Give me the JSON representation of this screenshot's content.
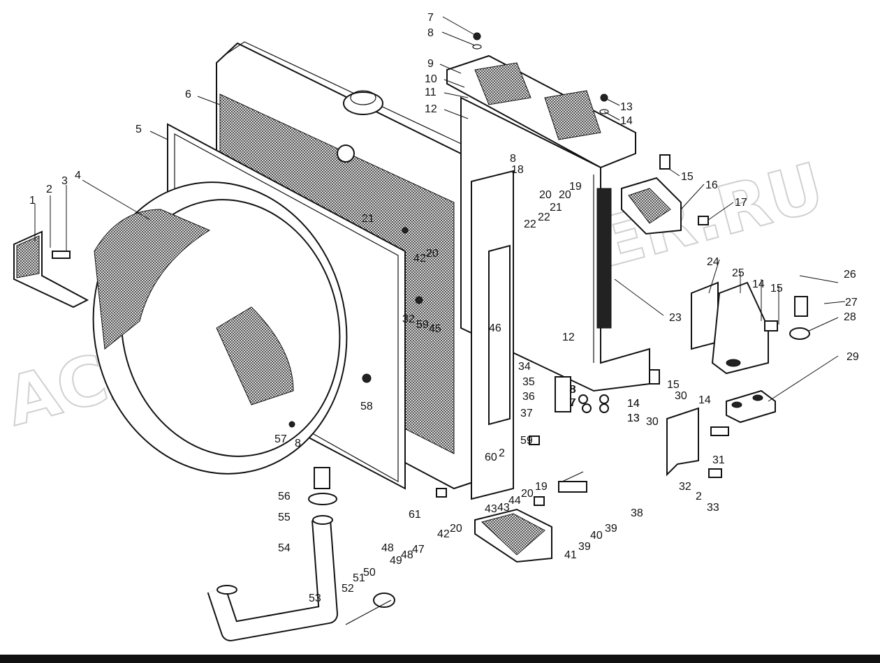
{
  "watermark": "ACAT.AUTODEALER.RU",
  "colors": {
    "line": "#111111",
    "background": "#ffffff",
    "watermark": "#c8c8c8"
  },
  "callouts": [
    {
      "id": "c1",
      "text": "1"
    },
    {
      "id": "c2a",
      "text": "2"
    },
    {
      "id": "c3",
      "text": "3"
    },
    {
      "id": "c4",
      "text": "4"
    },
    {
      "id": "c5",
      "text": "5"
    },
    {
      "id": "c6",
      "text": "6"
    },
    {
      "id": "c7a",
      "text": "7"
    },
    {
      "id": "c8a",
      "text": "8"
    },
    {
      "id": "c9",
      "text": "9"
    },
    {
      "id": "c10",
      "text": "10"
    },
    {
      "id": "c11",
      "text": "11"
    },
    {
      "id": "c12a",
      "text": "12"
    },
    {
      "id": "c13a",
      "text": "13"
    },
    {
      "id": "c14a",
      "text": "14"
    },
    {
      "id": "c15a",
      "text": "15"
    },
    {
      "id": "c16",
      "text": "16"
    },
    {
      "id": "c17",
      "text": "17"
    },
    {
      "id": "c18",
      "text": "18"
    },
    {
      "id": "c19a",
      "text": "19"
    },
    {
      "id": "c20a",
      "text": "20"
    },
    {
      "id": "c21a",
      "text": "21"
    },
    {
      "id": "c21b",
      "text": "21"
    },
    {
      "id": "c22a",
      "text": "22"
    },
    {
      "id": "c22b",
      "text": "22"
    },
    {
      "id": "c8b",
      "text": "8"
    },
    {
      "id": "c20b",
      "text": "20"
    },
    {
      "id": "c42a",
      "text": "42"
    },
    {
      "id": "c20c",
      "text": "20"
    },
    {
      "id": "c23",
      "text": "23"
    },
    {
      "id": "c24",
      "text": "24"
    },
    {
      "id": "c25",
      "text": "25"
    },
    {
      "id": "c14b",
      "text": "14"
    },
    {
      "id": "c15b",
      "text": "15"
    },
    {
      "id": "c26",
      "text": "26"
    },
    {
      "id": "c27",
      "text": "27"
    },
    {
      "id": "c28",
      "text": "28"
    },
    {
      "id": "c29",
      "text": "29"
    },
    {
      "id": "c32a",
      "text": "32"
    },
    {
      "id": "c59a",
      "text": "59"
    },
    {
      "id": "c45",
      "text": "45"
    },
    {
      "id": "c46",
      "text": "46"
    },
    {
      "id": "c12b",
      "text": "12"
    },
    {
      "id": "c34",
      "text": "34"
    },
    {
      "id": "c35",
      "text": "35"
    },
    {
      "id": "c36",
      "text": "36"
    },
    {
      "id": "c8c",
      "text": "8"
    },
    {
      "id": "c7b",
      "text": "7"
    },
    {
      "id": "c14c",
      "text": "14"
    },
    {
      "id": "c13b",
      "text": "13"
    },
    {
      "id": "c15c",
      "text": "15"
    },
    {
      "id": "c30a",
      "text": "30"
    },
    {
      "id": "c30b",
      "text": "30"
    },
    {
      "id": "c14d",
      "text": "14"
    },
    {
      "id": "c31",
      "text": "31"
    },
    {
      "id": "c32b",
      "text": "32"
    },
    {
      "id": "c2b",
      "text": "2"
    },
    {
      "id": "c33",
      "text": "33"
    },
    {
      "id": "c37",
      "text": "37"
    },
    {
      "id": "c59b",
      "text": "59"
    },
    {
      "id": "c58",
      "text": "58"
    },
    {
      "id": "c57",
      "text": "57"
    },
    {
      "id": "c8d",
      "text": "8"
    },
    {
      "id": "c56",
      "text": "56"
    },
    {
      "id": "c55",
      "text": "55"
    },
    {
      "id": "c54",
      "text": "54"
    },
    {
      "id": "c61",
      "text": "61"
    },
    {
      "id": "c60",
      "text": "60"
    },
    {
      "id": "c2c",
      "text": "2"
    },
    {
      "id": "c19b",
      "text": "19"
    },
    {
      "id": "c20d",
      "text": "20"
    },
    {
      "id": "c42b",
      "text": "42"
    },
    {
      "id": "c20e",
      "text": "20"
    },
    {
      "id": "c43a",
      "text": "43"
    },
    {
      "id": "c43b",
      "text": "43"
    },
    {
      "id": "c44",
      "text": "44"
    },
    {
      "id": "c38",
      "text": "38"
    },
    {
      "id": "c39a",
      "text": "39"
    },
    {
      "id": "c40",
      "text": "40"
    },
    {
      "id": "c39b",
      "text": "39"
    },
    {
      "id": "c41",
      "text": "41"
    },
    {
      "id": "c48a",
      "text": "48"
    },
    {
      "id": "c49",
      "text": "49"
    },
    {
      "id": "c48b",
      "text": "48"
    },
    {
      "id": "c47",
      "text": "47"
    },
    {
      "id": "c50",
      "text": "50"
    },
    {
      "id": "c51",
      "text": "51"
    },
    {
      "id": "c52",
      "text": "52"
    },
    {
      "id": "c53",
      "text": "53"
    },
    {
      "id": "c7c",
      "text": "7"
    },
    {
      "id": "c8e",
      "text": "8"
    },
    {
      "id": "c13c",
      "text": "13"
    },
    {
      "id": "c14e",
      "text": "14"
    }
  ]
}
